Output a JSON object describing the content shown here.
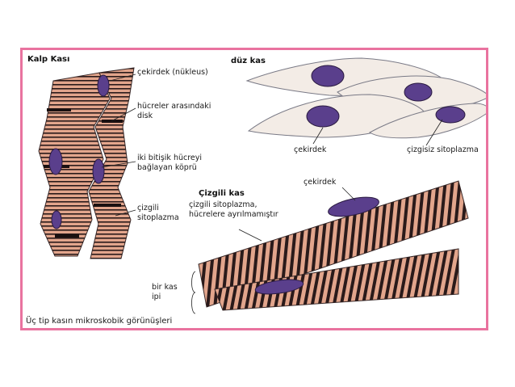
{
  "sections": {
    "cardiac_title": "Kalp Kası",
    "smooth_title": "düz kas",
    "skeletal_title": "Çizgili kas"
  },
  "labels": {
    "cardiac_nucleus": "çekirdek (nükleus)",
    "intercalated_disc_line1": "hücreler arasındaki",
    "intercalated_disc_line2": "disk",
    "bridge_line1": "iki bitişik hücreyi",
    "bridge_line2": "bağlayan köprü",
    "cardiac_striated_line1": "çizgili",
    "cardiac_striated_line2": "sitoplazma",
    "smooth_nucleus": "çekirdek",
    "smooth_cytoplasm": "çizgisiz sitoplazma",
    "skeletal_nucleus": "çekirdek",
    "skeletal_cyto_line1": "çizgili sitoplazma,",
    "skeletal_cyto_line2": "hücrelere ayrılmamıştır",
    "fiber_line1": "bir kas",
    "fiber_line2": "ipi"
  },
  "caption": "Üç tip kasın mikroskobik görünüşleri",
  "colors": {
    "frame": "#e9739f",
    "muscle_fill": "#e2a58c",
    "striation": "#2a1a1a",
    "nucleus": "#5a3f8c",
    "smooth_fill": "#f3ece6"
  }
}
